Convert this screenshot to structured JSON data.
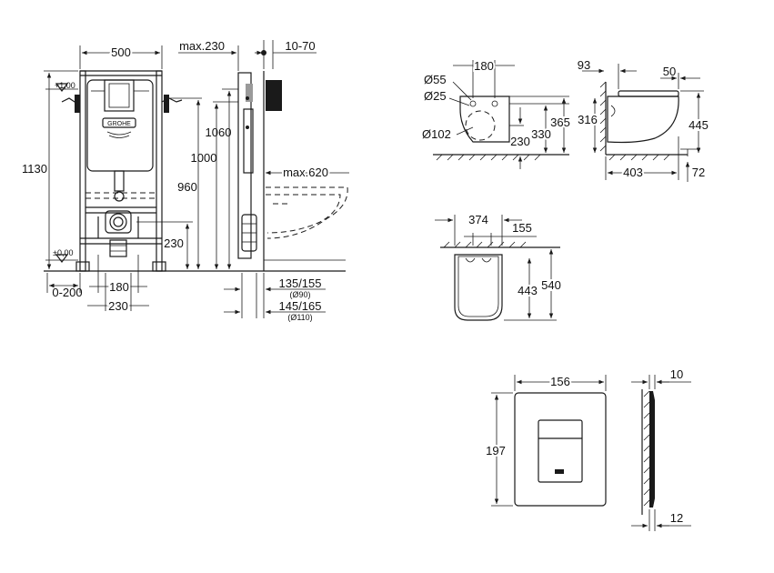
{
  "frame_view": {
    "width": "500",
    "max_depth": "max.230",
    "wall_gap": "10-70",
    "level_top": "+1,00",
    "level_floor": "±0,00",
    "height_1130": "1130",
    "height_1060": "1060",
    "height_1000": "1000",
    "height_960": "960",
    "height_230": "230",
    "floor_range": "0-200",
    "spacing_180": "180",
    "spacing_230": "230",
    "max_projection": "max.620",
    "pipe_a": "135/155",
    "pipe_a_dia": "(Ø90)",
    "pipe_b": "145/165",
    "pipe_b_dia": "(Ø110)",
    "brand": "GROHE"
  },
  "bowl_side": {
    "dia_55": "Ø55",
    "dia_25": "Ø25",
    "dia_102": "Ø102",
    "dim_180": "180",
    "dim_365": "365",
    "dim_330": "330",
    "dim_230": "230"
  },
  "bowl_profile": {
    "dim_93": "93",
    "dim_50": "50",
    "dim_316": "316",
    "dim_445": "445",
    "dim_403": "403",
    "dim_72": "72"
  },
  "bowl_top": {
    "dim_374": "374",
    "dim_155": "155",
    "dim_443": "443",
    "dim_540": "540"
  },
  "plate_front": {
    "width": "156",
    "height": "197"
  },
  "plate_side": {
    "top": "10",
    "bottom": "12"
  }
}
